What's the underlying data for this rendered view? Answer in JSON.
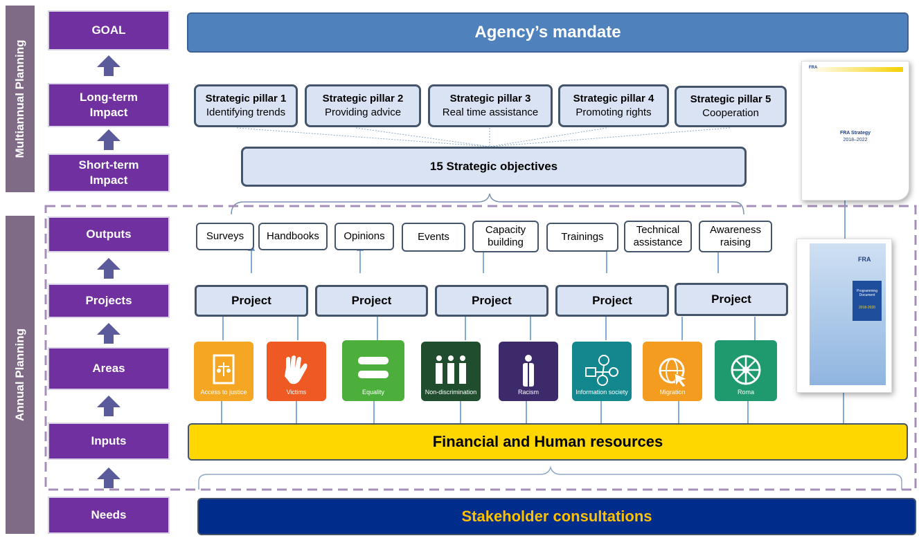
{
  "sections": {
    "multiannual": "Multiannual Planning",
    "annual": "Annual Planning"
  },
  "levels": {
    "goal": "GOAL",
    "long_term": "Long-term Impact",
    "short_term": "Short-term Impact",
    "outputs": "Outputs",
    "projects": "Projects",
    "areas": "Areas",
    "inputs": "Inputs",
    "needs": "Needs"
  },
  "goal_box": "Agency’s mandate",
  "pillars": [
    {
      "title": "Strategic pillar 1",
      "subtitle": "Identifying trends"
    },
    {
      "title": "Strategic pillar 2",
      "subtitle": "Providing advice"
    },
    {
      "title": "Strategic pillar 3",
      "subtitle": "Real time assistance"
    },
    {
      "title": "Strategic pillar 4",
      "subtitle": "Promoting rights"
    },
    {
      "title": "Strategic pillar 5",
      "subtitle": "Cooperation"
    }
  ],
  "objectives": "15 Strategic objectives",
  "outputs": [
    "Surveys",
    "Handbooks",
    "Opinions",
    "Events",
    "Capacity building",
    "Trainings",
    "Technical assistance",
    "Awareness raising"
  ],
  "project_label": "Project",
  "areas": [
    {
      "name": "Access to justice",
      "color": "#f5a623",
      "icon": "scales-door-icon"
    },
    {
      "name": "Victims",
      "color": "#ef5a24",
      "icon": "hand-icon"
    },
    {
      "name": "Equality",
      "color": "#4caf3c",
      "icon": "equals-icon"
    },
    {
      "name": "Non-discrimination",
      "color": "#1f4d2e",
      "icon": "people-icon"
    },
    {
      "name": "Racism",
      "color": "#3d2a6b",
      "icon": "person-icon"
    },
    {
      "name": "Information society",
      "color": "#12878e",
      "icon": "network-icon"
    },
    {
      "name": "Migration",
      "color": "#f39c1f",
      "icon": "globe-cursor-icon"
    },
    {
      "name": "Roma",
      "color": "#1e9a6e",
      "icon": "wheel-icon"
    }
  ],
  "inputs_box": "Financial and Human resources",
  "needs_box": "Stakeholder consultations",
  "doc_strategy": {
    "brand": "FRA",
    "title": "FRA Strategy",
    "years": "2018–2022"
  },
  "doc_programming": {
    "brand": "FRA",
    "title": "Programming Document",
    "years": "2018-2020"
  },
  "colors": {
    "purple": "#7030a0",
    "section": "#7f6b85",
    "goal": "#4f81bd",
    "inputs": "#ffd700",
    "needs": "#002d8c",
    "needs_text": "#ffc000",
    "dashed": "#a58fb8"
  }
}
